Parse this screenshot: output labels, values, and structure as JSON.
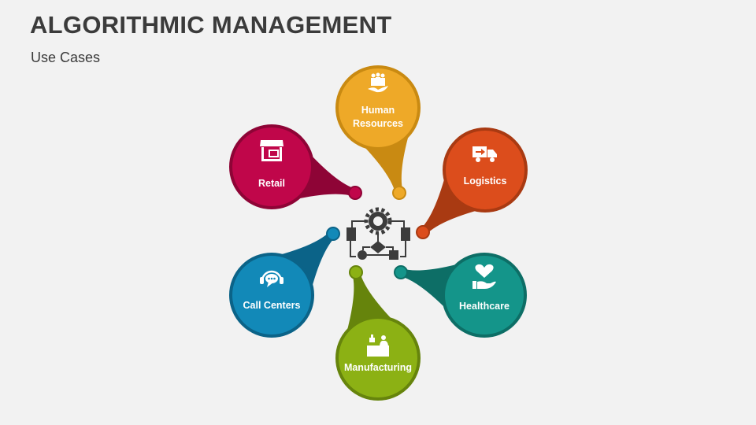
{
  "header": {
    "title": "ALGORITHMIC MANAGEMENT",
    "subtitle": "Use Cases"
  },
  "center": {
    "icon": "gear-flowchart-icon"
  },
  "nodes": [
    {
      "label": "Human\nResources",
      "icon": "people-hand-icon",
      "color": "#EEA928",
      "dark": "#C98A12"
    },
    {
      "label": "Logistics",
      "icon": "delivery-truck-icon",
      "color": "#DC4D1C",
      "dark": "#A93A12"
    },
    {
      "label": "Healthcare",
      "icon": "heart-hand-icon",
      "color": "#14958A",
      "dark": "#0D6E66"
    },
    {
      "label": "Manufacturing",
      "icon": "factory-worker-icon",
      "color": "#8CB114",
      "dark": "#66840C"
    },
    {
      "label": "Call Centers",
      "icon": "headset-chat-icon",
      "color": "#1289B8",
      "dark": "#0B6388"
    },
    {
      "label": "Retail",
      "icon": "storefront-icon",
      "color": "#C0064A",
      "dark": "#8E0436"
    }
  ]
}
